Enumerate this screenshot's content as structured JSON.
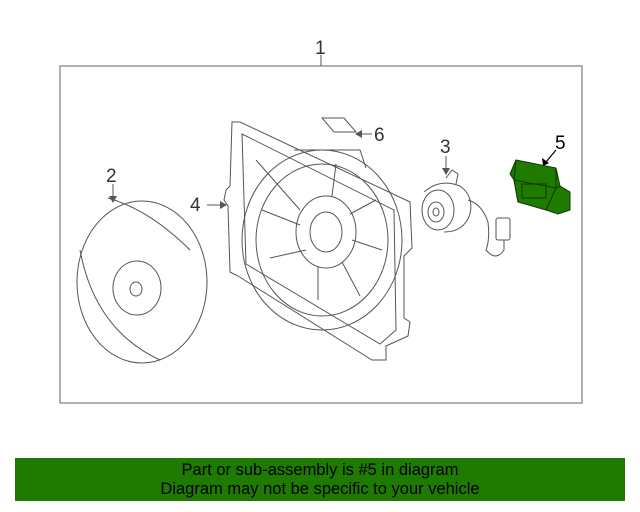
{
  "callouts": {
    "c1": "1",
    "c2": "2",
    "c3": "3",
    "c4": "4",
    "c5": "5",
    "c6": "6"
  },
  "banner": {
    "line1": "Part or sub-assembly is #5 in diagram",
    "line2": "Diagram may not be specific to your vehicle"
  },
  "colors": {
    "highlight_part": "#1f7a00",
    "banner_bg": "#1e7a00",
    "line": "#555555"
  }
}
